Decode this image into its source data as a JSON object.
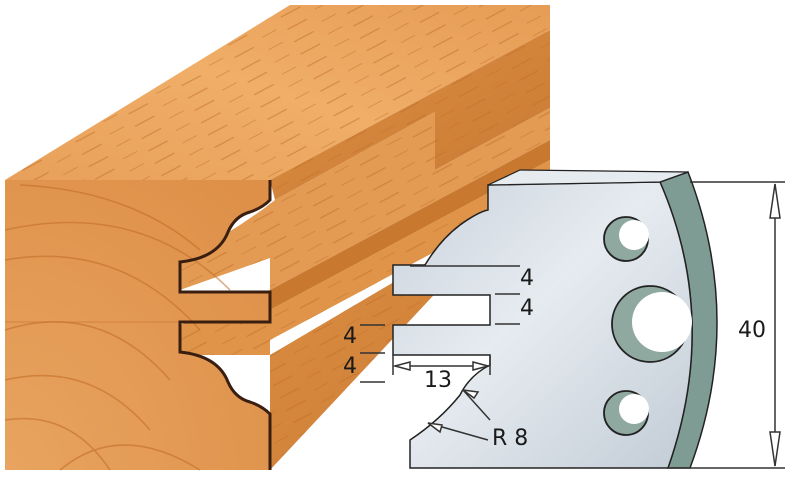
{
  "diagram": {
    "type": "profile-knife-technical-drawing",
    "colors": {
      "wood_light": "#eaa259",
      "wood_mid": "#d9893f",
      "wood_dark": "#b8651f",
      "wood_end_grain": "#e49a52",
      "profile_outline": "#3a1e10",
      "steel_face": "#d4dce4",
      "steel_edge": "#7f9c94",
      "hole_fill": "#8fa8a0",
      "dimension_line": "#333333"
    },
    "dimensions": {
      "top_step": "4",
      "slot": "4",
      "left_upper": "4",
      "left_lower": "4",
      "depth": "13",
      "radius": "R 8",
      "height": "40"
    }
  }
}
